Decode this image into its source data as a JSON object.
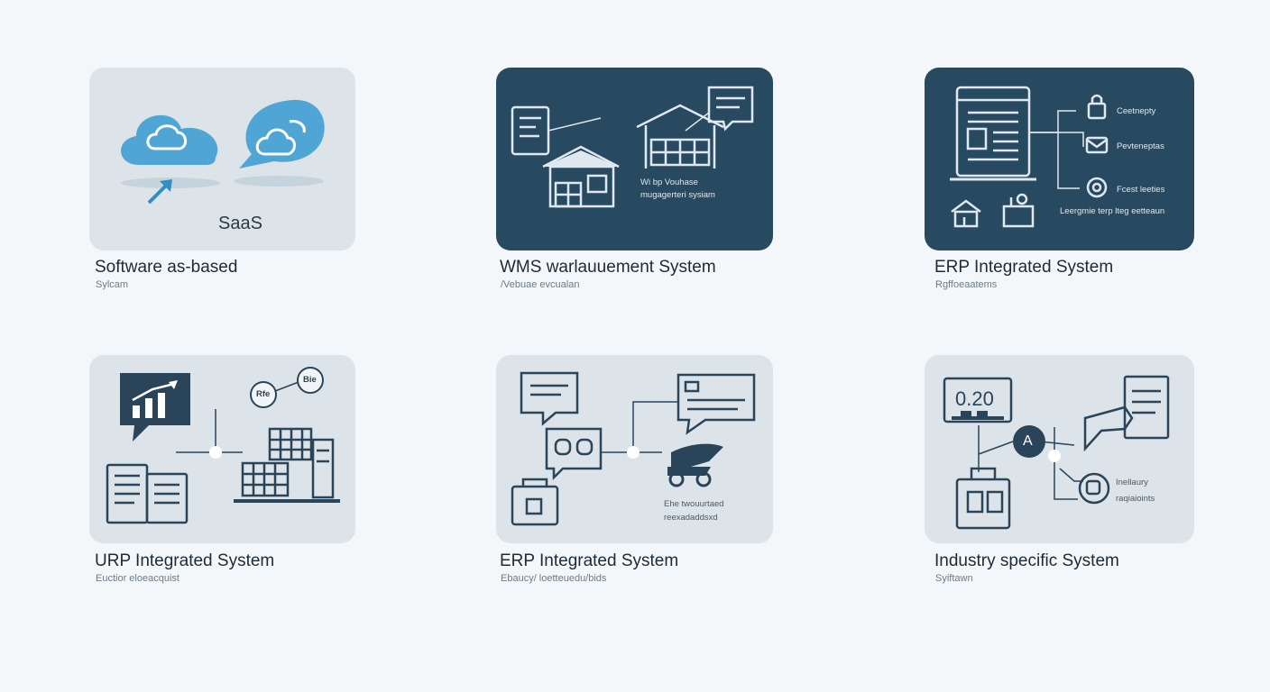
{
  "colors": {
    "page_bg": "#f4f7f9",
    "light_card": "#dde4e9",
    "dark_card": "#284a61",
    "accent_blue": "#4fa6d4",
    "ink": "#2a4559"
  },
  "cards": [
    {
      "title": "Software as-based",
      "subtitle": "Sylcam",
      "label": "SaaS",
      "icons": [
        "cloud-icon",
        "cloud-chat-bubble-icon",
        "upload-arrow-icon"
      ]
    },
    {
      "title": "WMS warlauuement System",
      "subtitle": "/Vebuae evcualan",
      "inner_lines": [
        "Wi bp Vouhase",
        "mugagerteri sysiam"
      ],
      "icons": [
        "warehouse-icon",
        "warehouse-small-icon",
        "document-icon",
        "chat-bubble-icon"
      ]
    },
    {
      "title": "ERP Integrated System",
      "subtitle": "Rgffoeaatems",
      "items": [
        "Ceetnepty",
        "Pevteneptas",
        "Fcest leeties"
      ],
      "bottom_line": "Leergmie terp lteg eetteaun",
      "icons": [
        "document-monitor-icon",
        "lock-icon",
        "mail-icon",
        "search-icon",
        "building-icon",
        "worker-icon"
      ]
    },
    {
      "title": "URP Integrated System",
      "subtitle": "Euctior eloeacquist",
      "node_labels": [
        "Rfe",
        "Bie"
      ],
      "icons": [
        "growth-chart-icon",
        "document-icon",
        "factory-grid-icon"
      ]
    },
    {
      "title": "ERP Integrated System",
      "subtitle": "Ebaucy/ loetteuedu/bids",
      "inner_lines": [
        "Ehe twouurtaed",
        "reexadaddsxd"
      ],
      "icons": [
        "chat-bubble-icon",
        "robot-chat-icon",
        "document-icon",
        "delivery-vehicle-icon",
        "bag-icon"
      ]
    },
    {
      "title": "Industry specific System",
      "subtitle": "Syiftawn",
      "monitor_text": "0.20",
      "node_label": "A",
      "inner_lines": [
        "Inellaury",
        "raqiaioints"
      ],
      "icons": [
        "monitor-icon",
        "document-icon",
        "hand-pointer-icon",
        "bag-icon",
        "badge-icon"
      ]
    }
  ]
}
